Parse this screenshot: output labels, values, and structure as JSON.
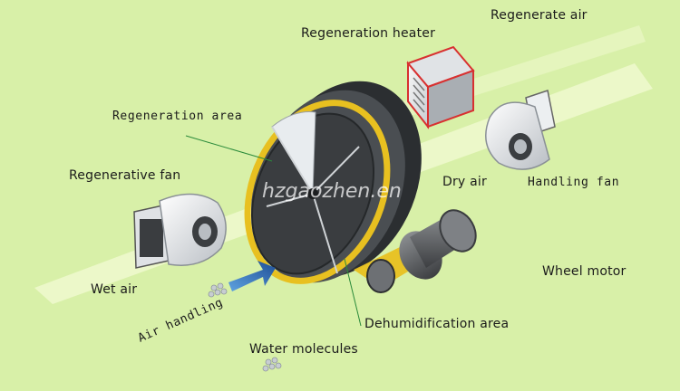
{
  "labels": {
    "regenerate_air": "Regenerate air",
    "regeneration_heater": "Regeneration heater",
    "regeneration_area": "Regeneration area",
    "regenerative_fan": "Regenerative fan",
    "dry_air": "Dry air",
    "handling_fan": "Handling fan",
    "wheel_motor": "Wheel motor",
    "wet_air": "Wet air",
    "air_handling": "Air handling",
    "dehumidification_area": "Dehumidification area",
    "water_molecules": "Water molecules"
  },
  "watermark": "hzgaozhen.en",
  "colors": {
    "background": "#d8f0a8",
    "air_stream": "#eef8cc",
    "wheel_body": "#3a3d40",
    "belt": "#e8c020",
    "leader_line": "#2a8a3a",
    "heater_outline": "#d83030",
    "arrow": "#1f5fa6"
  }
}
